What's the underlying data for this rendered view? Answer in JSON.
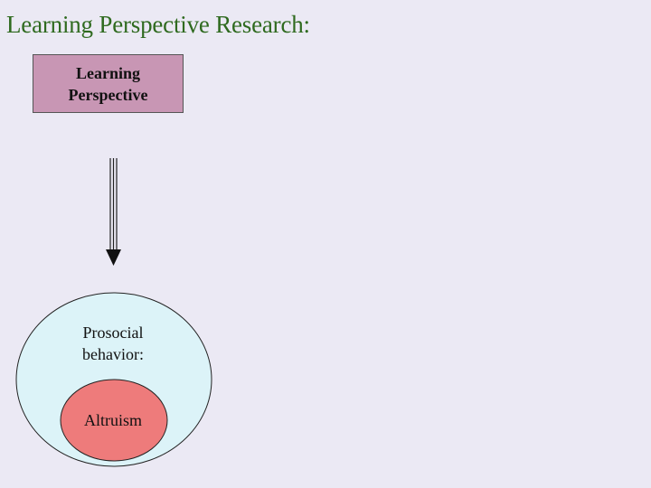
{
  "slide": {
    "title": "Learning Perspective Research:"
  },
  "diagram": {
    "perspective_box_label": "Learning Perspective",
    "outer_circle_label": "Prosocial behavior:",
    "inner_circle_label": "Altruism"
  },
  "colors": {
    "background": "#ebe9f4",
    "title": "#2f6a1f",
    "perspective_box_fill": "#c896b4",
    "outer_circle_fill": "#dcf3f8",
    "inner_circle_fill": "#ee7b7b",
    "outline": "#222222"
  }
}
